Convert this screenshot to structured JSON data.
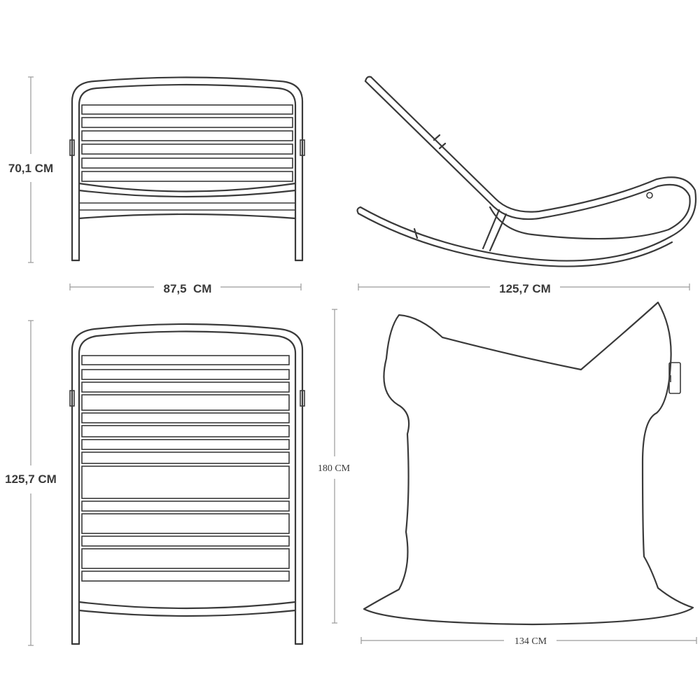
{
  "dimensions": {
    "front_height": "70,1 CM",
    "front_width": "87,5  CM",
    "side_length": "125,7 CM",
    "top_length": "125,7 CM",
    "bag_height": "180 CM",
    "bag_width": "134 CM"
  },
  "colors": {
    "line": "#3a3a3a",
    "dimension_line": "#9a9a9a",
    "background": "#ffffff"
  }
}
